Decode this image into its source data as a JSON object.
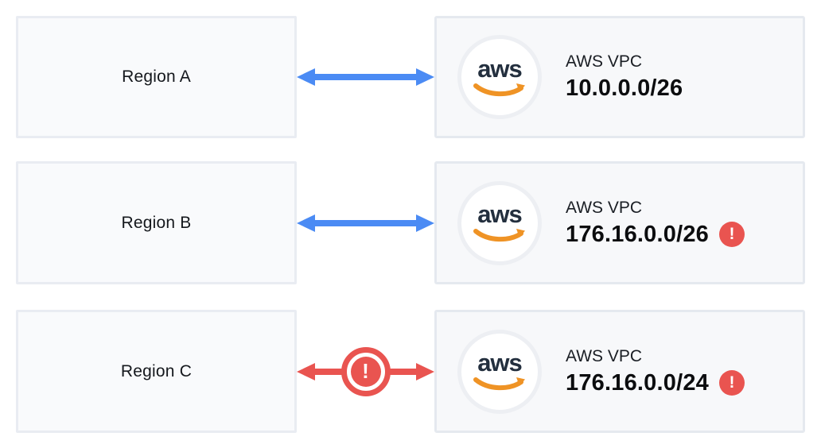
{
  "diagram": {
    "rows": [
      {
        "region_label": "Region A",
        "vpc": {
          "provider": "AWS VPC",
          "cidr": "10.0.0.0/26",
          "warning": false
        },
        "connection": {
          "status": "ok"
        }
      },
      {
        "region_label": "Region B",
        "vpc": {
          "provider": "AWS VPC",
          "cidr": "176.16.0.0/26",
          "warning": true
        },
        "connection": {
          "status": "ok"
        }
      },
      {
        "region_label": "Region C",
        "vpc": {
          "provider": "AWS VPC",
          "cidr": "176.16.0.0/24",
          "warning": true
        },
        "connection": {
          "status": "error"
        }
      }
    ],
    "icons": {
      "aws_logo_text": "aws",
      "warning_glyph": "!"
    },
    "colors": {
      "link_ok": "#4b8bf4",
      "link_error": "#e95450",
      "warning_badge": "#e95450",
      "aws_navy": "#232f3e",
      "aws_orange": "#ef9325",
      "box_fill": "#f9fafc",
      "box_border": "#e9ecf2"
    }
  }
}
